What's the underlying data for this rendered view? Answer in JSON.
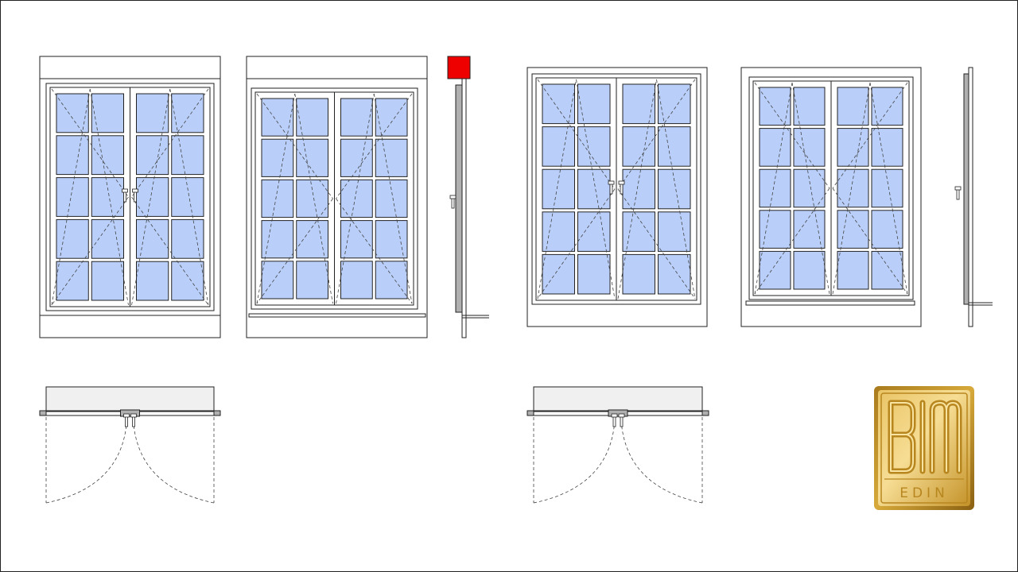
{
  "drawing": {
    "colors": {
      "background": "#ffffff",
      "line": "#222222",
      "glass": "#b9cffa",
      "wall": "#b0b0b0",
      "marker": "#ee0000",
      "dash": "#444444"
    },
    "views": [
      "elevation-left-exterior",
      "elevation-left-interior",
      "section-left",
      "elevation-right-exterior",
      "elevation-right-interior",
      "section-right",
      "plan-left",
      "plan-right"
    ]
  },
  "logo": {
    "mark": "BIM",
    "name": "EDIN",
    "colors": {
      "light": "#f4d98a",
      "mid": "#d6a93a",
      "dark": "#a87a1c",
      "inner": "#e9c466"
    }
  }
}
